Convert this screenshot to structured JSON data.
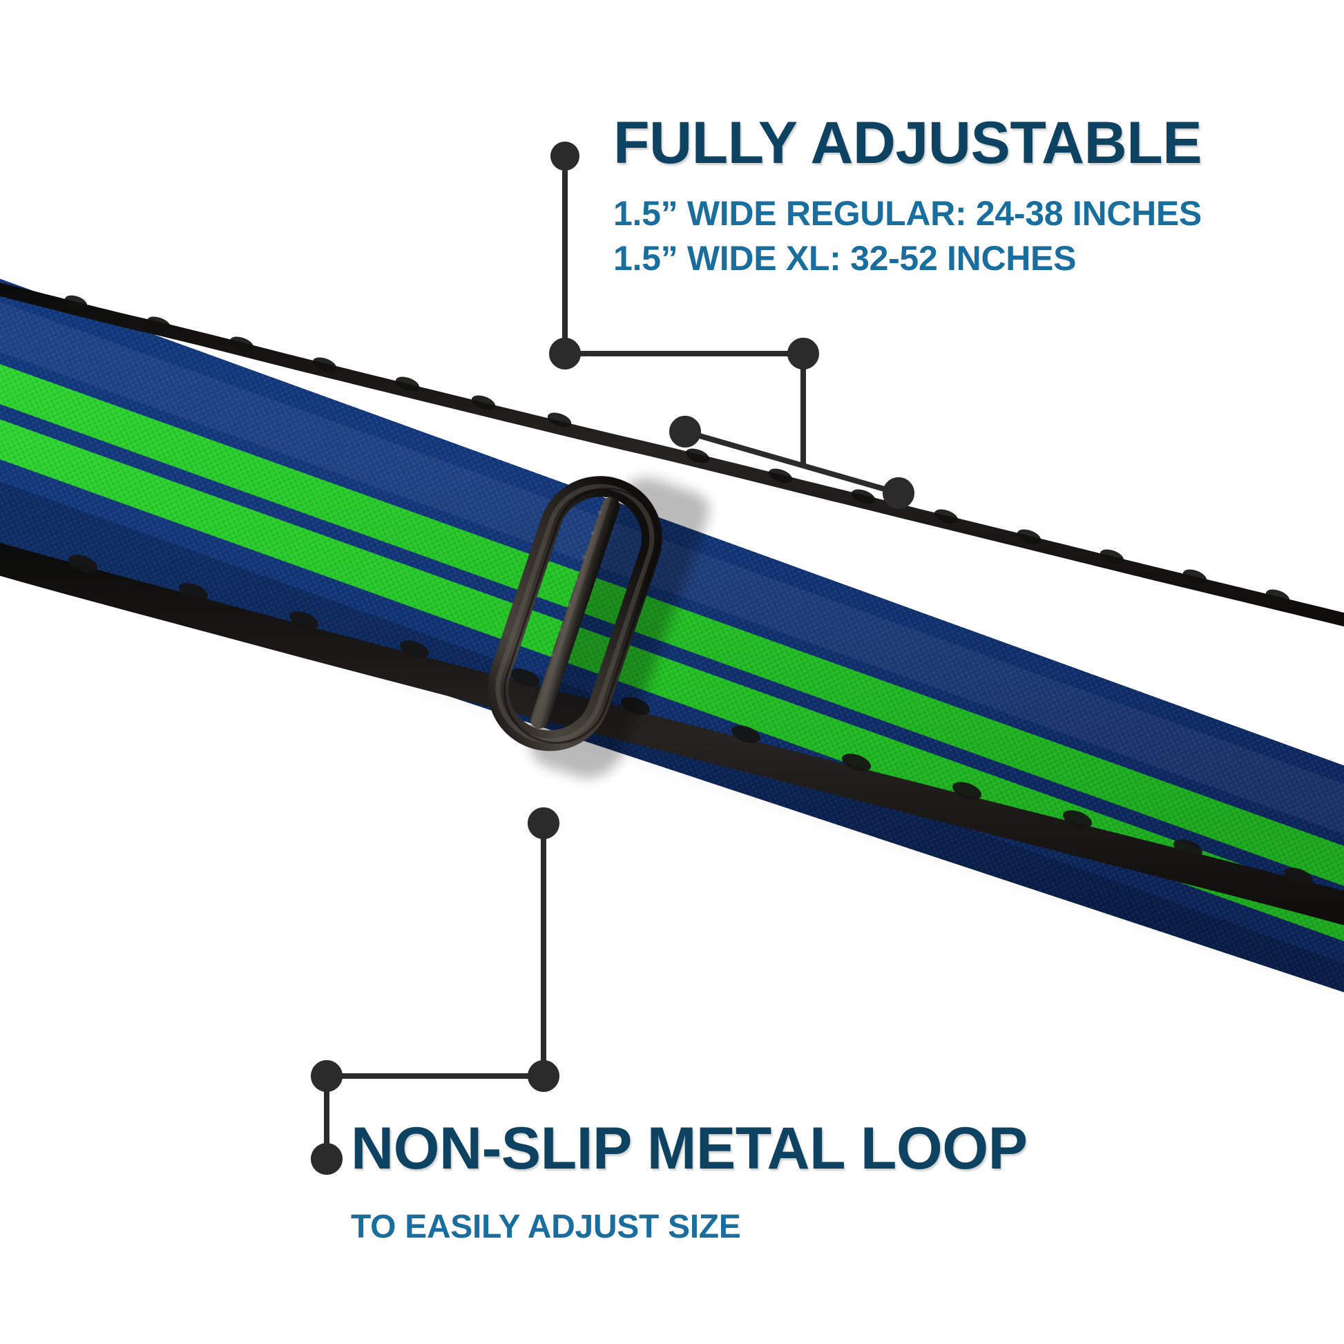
{
  "image": {
    "subject": "adjustable webbing shoulder strap with metal slide loop",
    "background_color": "#ffffff"
  },
  "product": {
    "webbing_color_navy": "#123574",
    "webbing_stripe_color_green": "#22BB26",
    "webbing_edge_color": "#1b1b1b",
    "hardware_color_black": "#2e2b28",
    "stripe_count": 2
  },
  "callouts": [
    {
      "id": "fully-adjustable",
      "title": "FULLY ADJUSTABLE",
      "title_color": "#0d4260",
      "lines": [
        "1.5”  WIDE REGULAR: 24-38 INCHES",
        "1.5” WIDE XL: 32-52 INCHES"
      ],
      "line_color": "#1a6e9e",
      "leader_color": "#2b2b2b",
      "dots": 4
    },
    {
      "id": "non-slip-metal-loop",
      "title": "NON-SLIP METAL LOOP",
      "title_color": "#0d4260",
      "lines": [
        "TO EASILY ADJUST SIZE"
      ],
      "line_color": "#1a6e9e",
      "leader_color": "#2b2b2b",
      "dots": 3
    }
  ],
  "specs": {
    "width_inches": "1.5”",
    "regular_range": "24-38 INCHES",
    "xl_range": "32-52 INCHES"
  }
}
